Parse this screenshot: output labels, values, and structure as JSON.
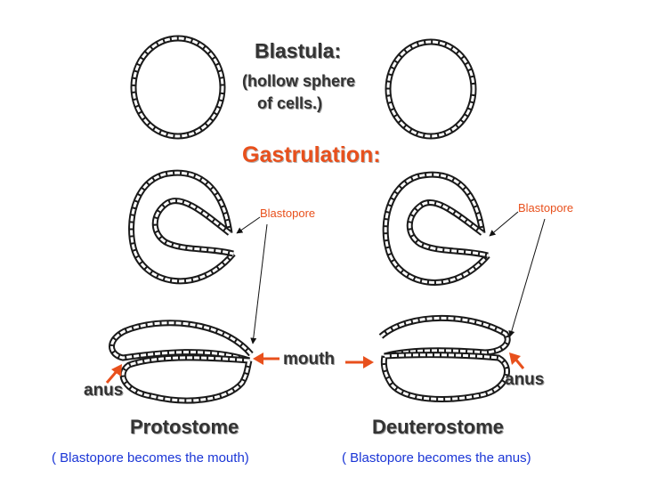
{
  "blastula": {
    "title": "Blastula:",
    "subtitle_line1": "(hollow sphere",
    "subtitle_line2": "of cells.)"
  },
  "gastrulation": {
    "title": "Gastrulation:"
  },
  "labels": {
    "blastopore_left": "Blastopore",
    "blastopore_right": "Blastopore",
    "mouth": "mouth",
    "anus_left": "anus",
    "anus_right": "anus"
  },
  "protostome": {
    "name": "Protostome",
    "note": "( Blastopore becomes the mouth)"
  },
  "deuterostome": {
    "name": "Deuterostome",
    "note": "( Blastopore becomes the anus)"
  },
  "colors": {
    "accent": "#e8501c",
    "note_text": "#1a35d6",
    "heading_text": "#333333",
    "cell_outline": "#1a1a1a"
  }
}
